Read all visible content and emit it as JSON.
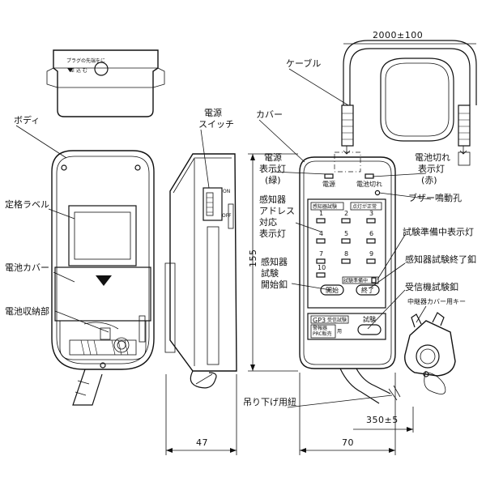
{
  "labels": {
    "dim_cable_length": "2000±100",
    "cable": "ケーブル",
    "body": "ボディ",
    "power_switch_l1": "電源",
    "power_switch_l2": "スイッチ",
    "cover": "カバー",
    "power_lamp_l1": "電源",
    "power_lamp_l2": "表示灯",
    "power_lamp_l3": "(緑)",
    "battery_lamp_l1": "電池切れ",
    "battery_lamp_l2": "表示灯",
    "battery_lamp_l3": "(赤)",
    "rating_label": "定格ラベル",
    "buzzer_hole": "ブザー鳴動孔",
    "address_lamp_l1": "感知器",
    "address_lamp_l2": "アドレス",
    "address_lamp_l3": "対応",
    "address_lamp_l4": "表示灯",
    "ready_lamp": "試験準備中表示灯",
    "battery_cover": "電池カバー",
    "detector_end_button": "感知器試験終了釦",
    "detector_start_l1": "感知器",
    "detector_start_l2": "試験",
    "detector_start_l3": "開始釦",
    "receiver_test_button": "受信機試験釦",
    "battery_compartment": "電池収納部",
    "relay_cover_key": "中継器カバー用キー",
    "strap_cord": "吊り下げ用紐",
    "dim_strap_length": "350±5",
    "dim_height": "155",
    "dim_depth": "47",
    "dim_width": "70"
  },
  "device": {
    "top_view_caption_l1": "プラグの先端をに",
    "top_view_caption_l2": "差 込 む",
    "switch_on": "ON",
    "switch_off": "OFF",
    "panel_power": "電源",
    "panel_battery": "電池切れ",
    "panel_detector_test": "感知器試験",
    "panel_point_check": "点灯が正常",
    "panel_numbers": [
      "1",
      "2",
      "3",
      "4",
      "5",
      "6",
      "7",
      "8",
      "9",
      "10"
    ],
    "panel_ready": "試験準備中",
    "panel_start": "開始",
    "panel_end": "終了",
    "panel_model": "GP3",
    "panel_receiver_test": "受信試験",
    "panel_maker_l1": "警報器",
    "panel_maker_l2": "PRC販売",
    "panel_maker_l3": "用",
    "panel_test": "試験"
  }
}
